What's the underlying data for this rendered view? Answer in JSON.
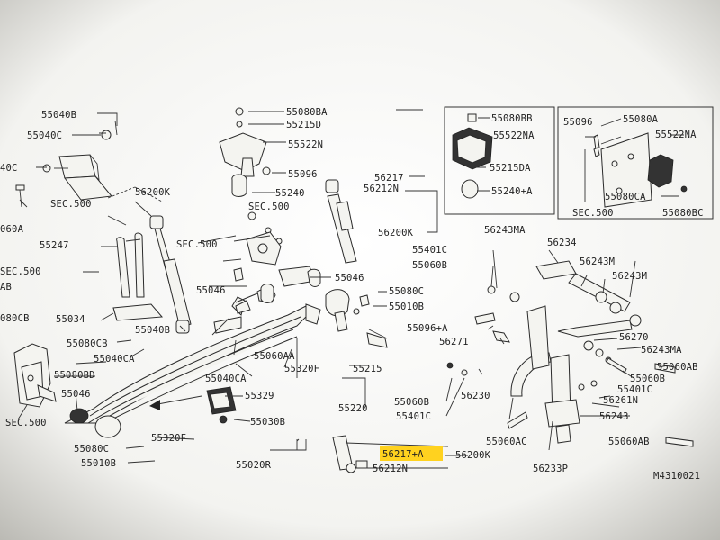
{
  "diagram": {
    "code": "M4310021",
    "highlight_color": "#ffd21f",
    "labels": {
      "55040B": "55040B",
      "55040C": "55040C",
      "40C": "40C",
      "SEC500a": "SEC.500",
      "060A": "060A",
      "55247": "55247",
      "SEC500b": "SEC.500",
      "AB": "AB",
      "080CB": "080CB",
      "55034": "55034",
      "55040Bm": "55040B",
      "55080CB": "55080CB",
      "55040CA": "55040CA",
      "55080BD": "55080BD",
      "55046a": "55046",
      "SEC500c": "SEC.500",
      "55080C_l": "55080C",
      "55010B_l": "55010B",
      "56200K_l": "56200K",
      "55080BA": "55080BA",
      "55215D": "55215D",
      "55522N": "55522N",
      "55096a": "55096",
      "55240": "55240",
      "SEC500d": "SEC.500",
      "SEC500e": "SEC.500",
      "55046b": "55046",
      "55046c": "55046",
      "55080C_m": "55080C",
      "55010B_m": "55010B",
      "55060AA": "55060AA",
      "55040CA_m": "55040CA",
      "55320F_a": "55320F",
      "55329": "55329",
      "55030B": "55030B",
      "55320F_b": "55320F",
      "55020R": "55020R",
      "55215": "55215",
      "55220": "55220",
      "56217a": "56217",
      "56212Na": "56212N",
      "56200Ka": "56200K",
      "56217A": "56217+A",
      "56200Kb": "56200K",
      "56212Nb": "56212N",
      "55096A": "55096+A",
      "56271": "56271",
      "55060B_m": "55060B",
      "55401C_m": "55401C",
      "56230": "56230",
      "55401C_r": "55401C",
      "55060B_r": "55060B",
      "56243MA": "56243MA",
      "56234": "56234",
      "56243M_a": "56243M",
      "56243M_b": "56243M",
      "56270": "56270",
      "56243MA_b": "56243MA",
      "55060AB_a": "55060AB",
      "55060B_rr": "55060B",
      "55401C_rr": "55401C",
      "56261N": "56261N",
      "56243": "56243",
      "55060AC": "55060AC",
      "56233P": "56233P",
      "55060AB_b": "55060AB",
      "55080BB": "55080BB",
      "55522NA": "55522NA",
      "55215DA": "55215DA",
      "55240A": "55240+A",
      "55096b": "55096",
      "55080A": "55080A",
      "55522NA_b": "55522NA",
      "55080CA": "55080CA",
      "SEC500f": "SEC.500",
      "55080BC": "55080BC"
    }
  }
}
